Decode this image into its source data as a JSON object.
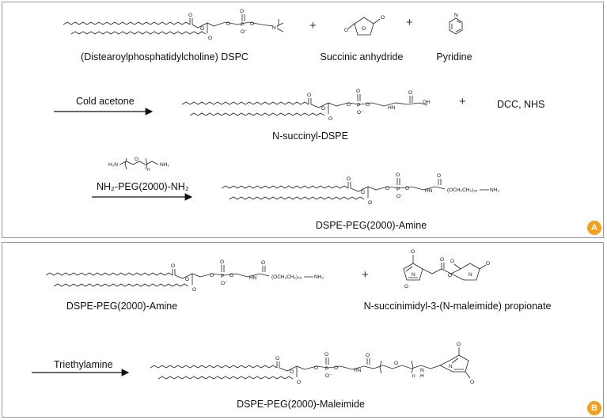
{
  "panel_a": {
    "dspc_label": "(Distearoylphosphatidylcholine) DSPC",
    "succinic_label": "Succinic anhydride",
    "pyridine_label": "Pyridine",
    "plus1": "+",
    "plus2": "+",
    "step1_reagent": "Cold acetone",
    "product1_label": "N-succinyl-DSPE",
    "plus3": "+",
    "step1_coreagent": "DCC, NHS",
    "step2_reagent": "NH₂-PEG(2000)-NH₂",
    "product2_label": "DSPE-PEG(2000)-Amine",
    "badge": "A"
  },
  "panel_b": {
    "reactant_label": "DSPE-PEG(2000)-Amine",
    "plus": "+",
    "nhs_label": "N-succinimidyl-3-(N-maleimide) propionate",
    "step_reagent": "Triethylamine",
    "product_label": "DSPE-PEG(2000)-Maleimide",
    "badge": "B"
  },
  "colors": {
    "badge": "#f5a01d",
    "border": "#9a9a9a"
  }
}
